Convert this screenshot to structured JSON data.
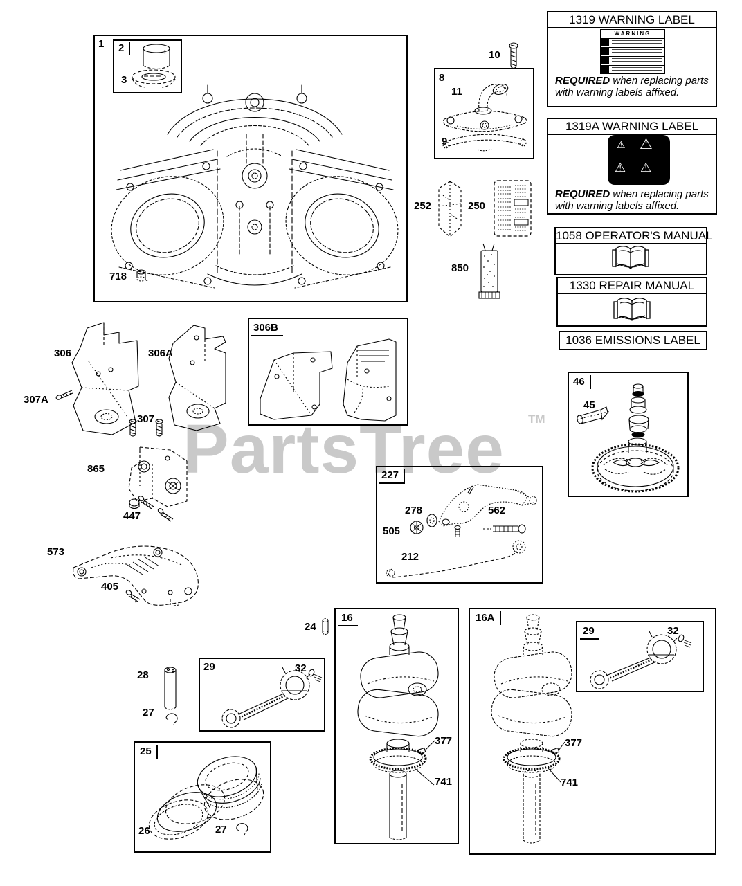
{
  "watermark": {
    "text": "PartsTree",
    "tm": "TM",
    "color": "#c9c9c9"
  },
  "icons": {
    "warning_triangle": "⚠",
    "book": "open-book",
    "screw": "screw",
    "sticker": "warning-sticker"
  },
  "panels": {
    "warning_1319": {
      "title": "1319 WARNING LABEL",
      "sticker_header": "WARNING",
      "required_bold": "REQUIRED",
      "required_rest": " when replacing parts",
      "required_line2": "with warning labels affixed."
    },
    "warning_1319a": {
      "title": "1319A WARNING LABEL",
      "required_bold": "REQUIRED",
      "required_rest": " when replacing parts",
      "required_line2": "with warning labels affixed."
    },
    "manual_1058": {
      "title": "1058 OPERATOR'S MANUAL"
    },
    "manual_1330": {
      "title": "1330 REPAIR MANUAL"
    },
    "emissions_1036": {
      "title": "1036 EMISSIONS LABEL"
    }
  },
  "labels": {
    "n1": "1",
    "n2": "2",
    "n3": "3",
    "n718": "718",
    "n8": "8",
    "n9": "9",
    "n10": "10",
    "n11": "11",
    "n250": "250",
    "n252": "252",
    "n850": "850",
    "n306": "306",
    "n306a": "306A",
    "n306b": "306B",
    "n307": "307",
    "n307a": "307A",
    "n865": "865",
    "n447": "447",
    "n573": "573",
    "n405": "405",
    "n227": "227",
    "n278": "278",
    "n505": "505",
    "n562": "562",
    "n212": "212",
    "n46": "46",
    "n45": "45",
    "n24": "24",
    "n28": "28",
    "n27": "27",
    "n27b": "27",
    "n29": "29",
    "n29a": "29",
    "n32": "32",
    "n32a": "32",
    "n16": "16",
    "n16a": "16A",
    "n377": "377",
    "n377a": "377",
    "n741": "741",
    "n741a": "741",
    "n25": "25",
    "n26": "26"
  }
}
